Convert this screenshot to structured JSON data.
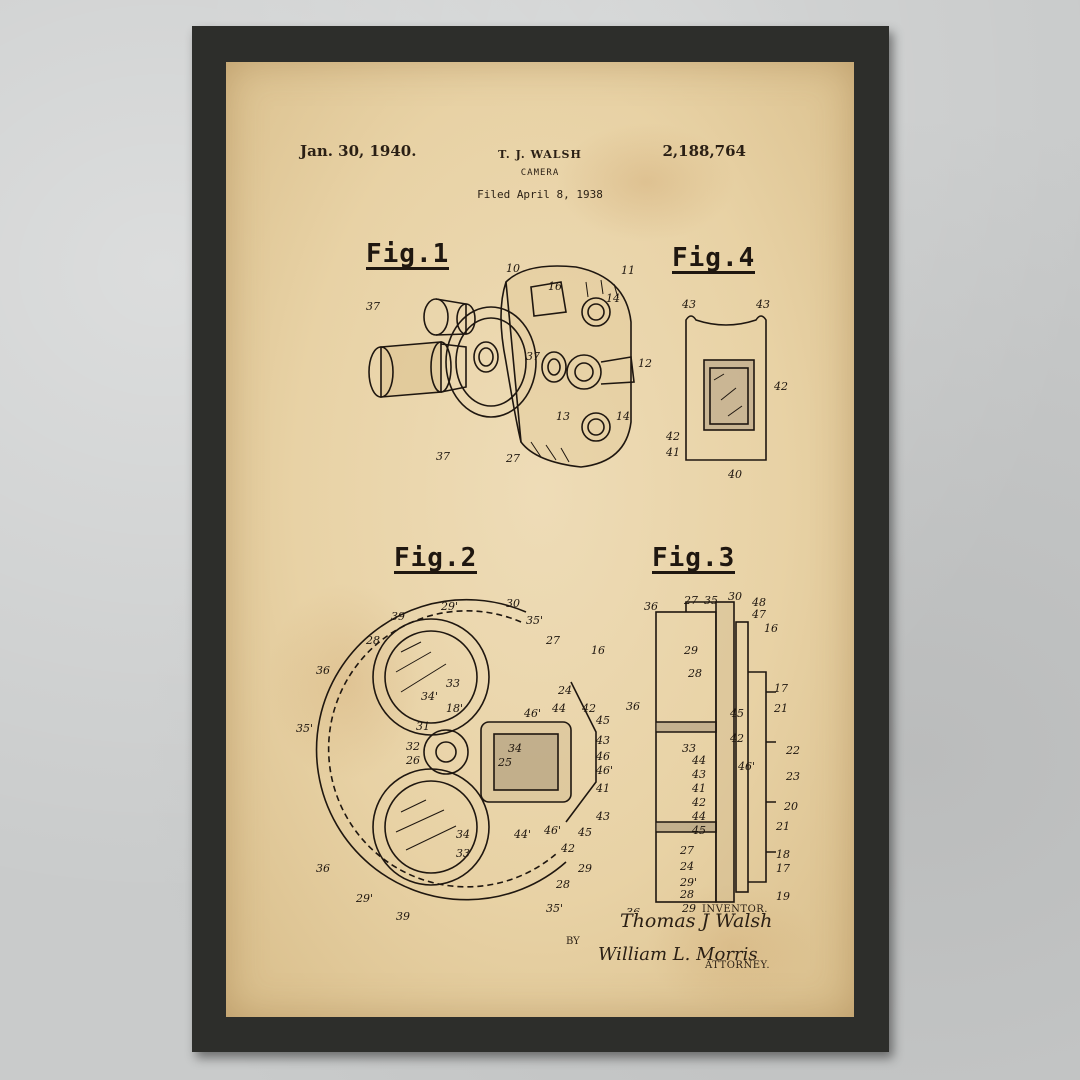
{
  "header": {
    "date": "Jan. 30, 1940.",
    "inventor": "T. J. WALSH",
    "title": "CAMERA",
    "filed": "Filed April 8, 1938",
    "patent_number": "2,188,764"
  },
  "figures": {
    "fig1": "Fig.1",
    "fig2": "Fig.2",
    "fig3": "Fig.3",
    "fig4": "Fig.4"
  },
  "footer": {
    "inventor_label": "INVENTOR.",
    "inventor_signature": "Thomas J Walsh",
    "by": "BY",
    "attorney_signature": "William L. Morris",
    "attorney_label": "ATTORNEY."
  },
  "colors": {
    "frame": "#2d2e2b",
    "paper": "#e8d2a5",
    "ink": "#1f1710",
    "wall": "#c9cbcb"
  }
}
